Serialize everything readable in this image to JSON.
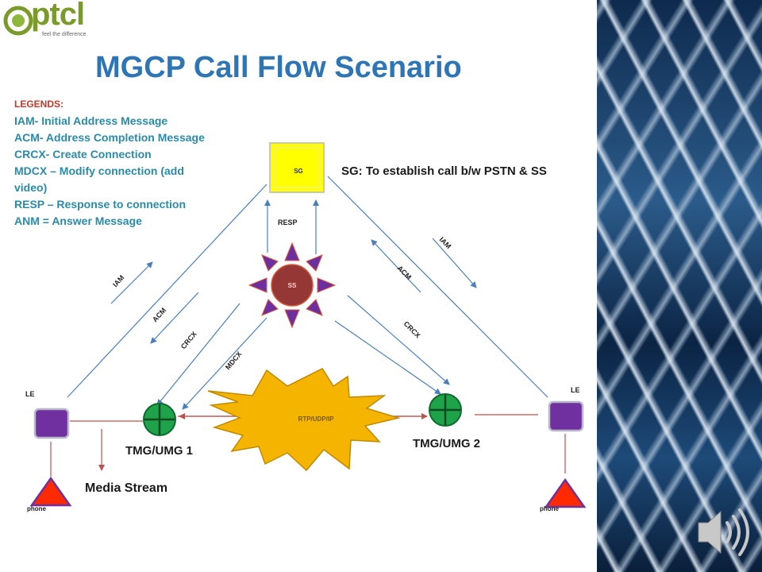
{
  "logo": {
    "brand": "ptcl",
    "tagline": "feel the difference"
  },
  "title": "MGCP Call Flow Scenario",
  "legend": {
    "heading": "LEGENDS:",
    "items": [
      "IAM- Initial Address Message",
      "ACM- Address Completion Message",
      "CRCX- Create Connection",
      "MDCX – Modify connection (add",
      "video)",
      "RESP – Response to connection",
      "ANM = Answer Message"
    ]
  },
  "diagram": {
    "sg_label": "SG",
    "sg_description": "SG: To establish call b/w PSTN & SS",
    "ss_label": "SS",
    "resp_label": "RESP",
    "iam_left": "IAM",
    "acm_left": "ACM",
    "crcx_left": "CRCX",
    "mdcx_label": "MDCX",
    "iam_right": "IAM",
    "acm_right": "ACM",
    "crcx_right": "CRCX",
    "rtp_label": "RTP/UDP/IP",
    "le_left": "LE",
    "le_right": "LE",
    "tmg1_label": "TMG/UMG 1",
    "tmg2_label": "TMG/UMG 2",
    "media_stream": "Media Stream",
    "phone_left": "phone",
    "phone_right": "phone"
  },
  "colors": {
    "title": "#2e75b6",
    "legend_heading": "#c0392b",
    "legend_text": "#2b8aa8",
    "sg_fill": "#ffff00",
    "ss_fill": "#953735",
    "ss_rays": "#6b2fa0",
    "rtp_fill": "#f4b400",
    "gateway_fill": "#1fa34a",
    "le_fill": "#7030a0",
    "phone_fill": "#ff2a00",
    "link_blue": "#4a7ebb",
    "link_red": "#c0504d"
  }
}
